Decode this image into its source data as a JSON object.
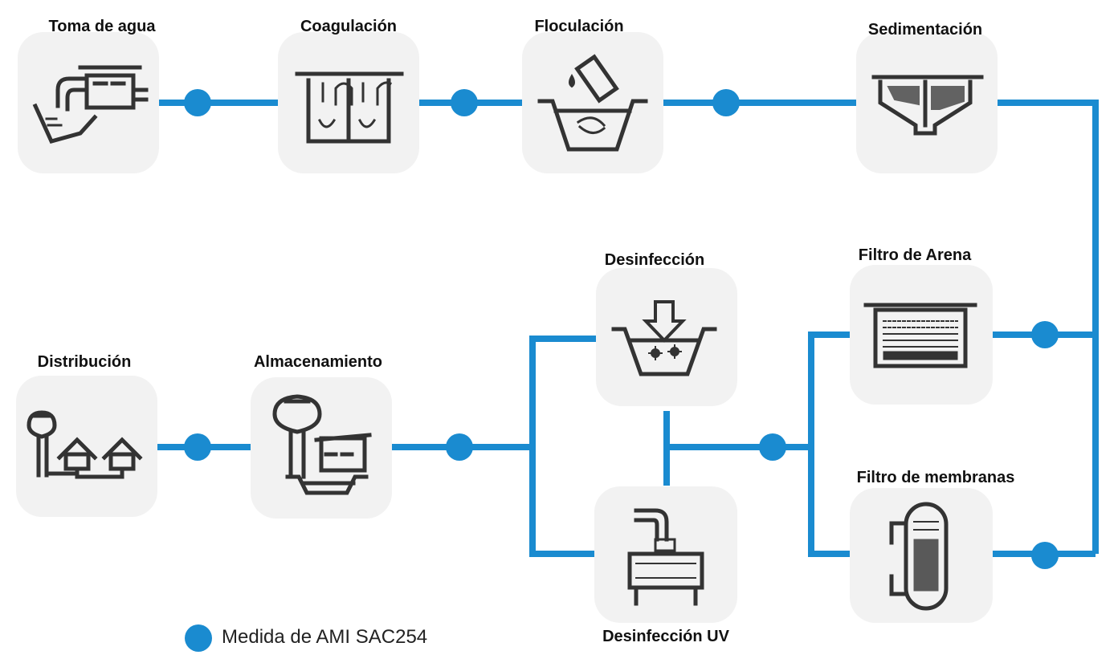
{
  "colors": {
    "pipe": "#1a8bd0",
    "node": "#1a8bd0",
    "card": "#f2f2f2",
    "icon": "#333333"
  },
  "nodes": {
    "toma": {
      "label": "Toma de agua",
      "icon": "water-intake-icon"
    },
    "coagulacion": {
      "label": "Coagulación",
      "icon": "coagulation-tank-icon"
    },
    "floculacion": {
      "label": "Floculación",
      "icon": "flocculation-basin-icon"
    },
    "sedimentacion": {
      "label": "Sedimentación",
      "icon": "sedimentation-tank-icon"
    },
    "filtro_arena": {
      "label": "Filtro de Arena",
      "icon": "sand-filter-icon"
    },
    "filtro_membranas": {
      "label": "Filtro de membranas",
      "icon": "membrane-filter-icon"
    },
    "desinfeccion": {
      "label": "Desinfección",
      "icon": "disinfection-basin-icon"
    },
    "desinfeccion_uv": {
      "label": "Desinfección UV",
      "icon": "uv-disinfection-unit-icon"
    },
    "almacenamiento": {
      "label": "Almacenamiento",
      "icon": "storage-tower-icon"
    },
    "distribucion": {
      "label": "Distribución",
      "icon": "distribution-network-icon"
    }
  },
  "legend": {
    "label": "Medida de AMI SAC254"
  }
}
